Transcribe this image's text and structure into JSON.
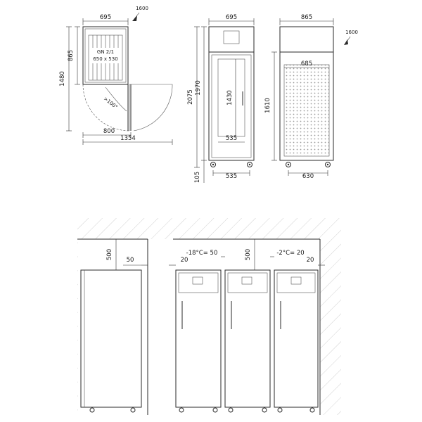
{
  "top_view": {
    "width": "695",
    "open_ext": "1600",
    "depth": "865",
    "total_depth": "1480",
    "gn_size": "GN 2/1",
    "gn_dims": "650 x 530",
    "angle": ">100°",
    "door_width": "800",
    "total_width": "1354"
  },
  "front_view": {
    "width": "695",
    "total_height": "2075",
    "body_height": "1970",
    "door_height": "1430",
    "inner_width": "535",
    "base_width": "535",
    "feet_height": "105"
  },
  "side_view": {
    "depth": "865",
    "open_ext": "1600",
    "inner_depth": "685",
    "inner_height": "1610",
    "base_depth": "630"
  },
  "install": {
    "top_clearance_left": "500",
    "side_clearance_left": "50",
    "top_clearance_right": "500",
    "gap_left": "20",
    "freezer_note": "-18°C= 50",
    "chiller_note": "-2°C= 20",
    "gap_right": "20"
  }
}
